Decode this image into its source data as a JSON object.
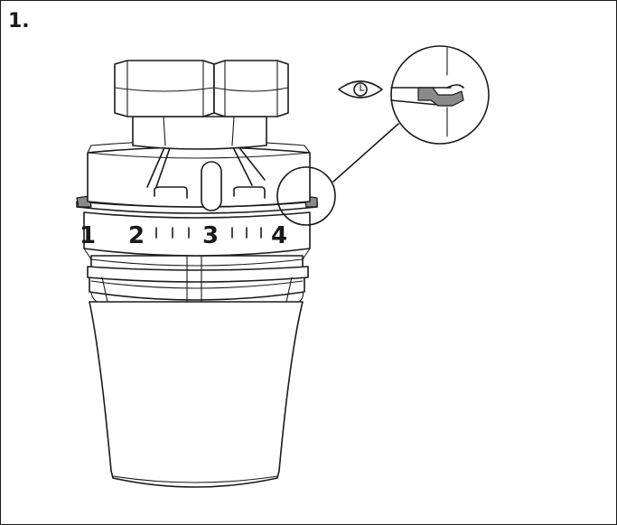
{
  "step": {
    "number": "1."
  },
  "dial": {
    "scale": [
      "1",
      "2",
      "3",
      "4"
    ]
  },
  "icons": {
    "inspect": "eye-icon",
    "detail": "magnified-detail-callout"
  },
  "colors": {
    "line": "#1a1a1a",
    "marker": "#8a8a8a",
    "background": "#ffffff"
  }
}
